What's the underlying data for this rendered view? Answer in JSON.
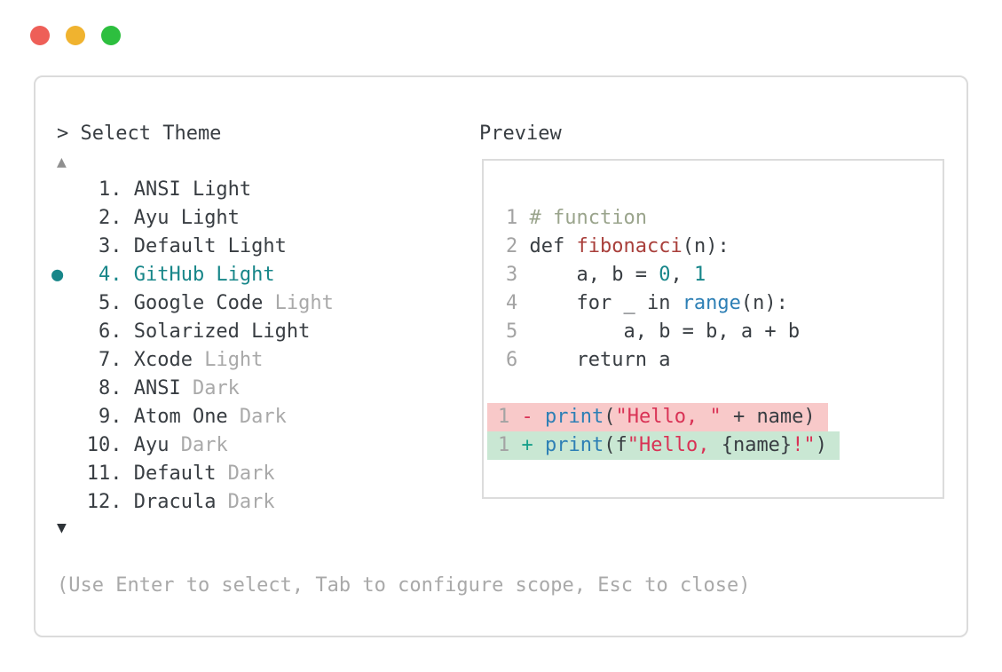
{
  "window": {
    "controls": [
      {
        "name": "close",
        "color": "#ee5f58"
      },
      {
        "name": "minimize",
        "color": "#f0b32f"
      },
      {
        "name": "zoom",
        "color": "#2dbf3f"
      }
    ]
  },
  "theme_picker": {
    "title_text": "> Select Theme",
    "scroll_up_glyph": "▲",
    "scroll_down_glyph": "▼",
    "selected_bullet": "●",
    "selected_index": 4,
    "items": [
      {
        "number": 1,
        "name": "ANSI Light",
        "dim": "",
        "selected": false
      },
      {
        "number": 2,
        "name": "Ayu Light",
        "dim": "",
        "selected": false
      },
      {
        "number": 3,
        "name": "Default Light",
        "dim": "",
        "selected": false
      },
      {
        "number": 4,
        "name": "GitHub Light",
        "dim": "",
        "selected": true
      },
      {
        "number": 5,
        "name": "Google Code",
        "dim": "Light",
        "selected": false
      },
      {
        "number": 6,
        "name": "Solarized Light",
        "dim": "",
        "selected": false
      },
      {
        "number": 7,
        "name": "Xcode",
        "dim": "Light",
        "selected": false
      },
      {
        "number": 8,
        "name": "ANSI",
        "dim": "Dark",
        "selected": false
      },
      {
        "number": 9,
        "name": "Atom One",
        "dim": "Dark",
        "selected": false
      },
      {
        "number": 10,
        "name": "Ayu",
        "dim": "Dark",
        "selected": false
      },
      {
        "number": 11,
        "name": "Default",
        "dim": "Dark",
        "selected": false
      },
      {
        "number": 12,
        "name": "Dracula",
        "dim": "Dark",
        "selected": false
      }
    ],
    "footer_hint": "(Use Enter to select, Tab to configure scope, Esc to close)"
  },
  "preview": {
    "label": "Preview",
    "lines": [
      {
        "num": "1",
        "tokens": [
          [
            "# function",
            "comment"
          ]
        ]
      },
      {
        "num": "2",
        "tokens": [
          [
            "def ",
            "plain"
          ],
          [
            "fibonacci",
            "func"
          ],
          [
            "(n):",
            "plain"
          ]
        ]
      },
      {
        "num": "3",
        "tokens": [
          [
            "    a, b = ",
            "plain"
          ],
          [
            "0",
            "number"
          ],
          [
            ", ",
            "plain"
          ],
          [
            "1",
            "number"
          ]
        ]
      },
      {
        "num": "4",
        "tokens": [
          [
            "    for _ in ",
            "plain"
          ],
          [
            "range",
            "call"
          ],
          [
            "(n):",
            "plain"
          ]
        ]
      },
      {
        "num": "5",
        "tokens": [
          [
            "        a, b = b, a + b",
            "plain"
          ]
        ]
      },
      {
        "num": "6",
        "tokens": [
          [
            "    return a",
            "plain"
          ]
        ]
      },
      {
        "blank": true
      },
      {
        "num": "1",
        "diff": "removed",
        "tokens": [
          [
            "- ",
            "dminus"
          ],
          [
            "print",
            "call"
          ],
          [
            "(",
            "plain"
          ],
          [
            "\"Hello, \"",
            "string"
          ],
          [
            " + name)",
            "plain"
          ]
        ]
      },
      {
        "num": "1",
        "diff": "added",
        "tokens": [
          [
            "+ ",
            "dplus"
          ],
          [
            "print",
            "call"
          ],
          [
            "(f",
            "plain"
          ],
          [
            "\"Hello, ",
            "string"
          ],
          [
            "{name}",
            "plain"
          ],
          [
            "!\"",
            "string"
          ],
          [
            ")",
            "plain"
          ]
        ]
      }
    ]
  },
  "colors": {
    "selected_accent": "#178689",
    "text_primary": "#383d42",
    "text_dim": "#a9a9a9",
    "diff_removed_bg": "#f8c9c9",
    "diff_added_bg": "#c9e7d3",
    "syntax_comment": "#9aa48c",
    "syntax_function_name": "#a93f3b",
    "syntax_number": "#17868a",
    "syntax_call": "#2d7fb5",
    "syntax_string": "#d93255"
  }
}
